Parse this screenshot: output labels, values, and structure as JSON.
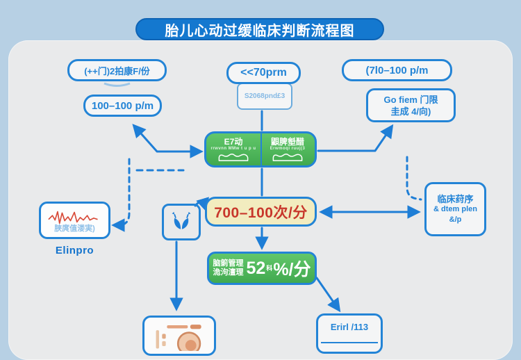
{
  "title": "胎儿心动过缓临床判断流程图",
  "colors": {
    "background": "#b7d0e4",
    "panel": "#e9eaeb",
    "accent_blue": "#2384d6",
    "title_bg": "#1478cf",
    "green": "#4db45b",
    "yellow_bg": "#f2ecbf",
    "red_text": "#c8372b",
    "ecg_red": "#d84a38"
  },
  "icons": {
    "ecg": "ecg-waveform-icon",
    "wave_left": "wave-strip-icon",
    "wave_right": "wave-strip-icon",
    "sprout": "sprout-icon",
    "fetus": "fetus-illustration"
  },
  "nodes": {
    "top_left": {
      "label": "(++门)2拍康F/份"
    },
    "left_rate": {
      "label": "100–100 p/m"
    },
    "top_center": {
      "label": "<<70prm"
    },
    "top_center_sub": {
      "label": "S2068pnd£3"
    },
    "top_right": {
      "label": "(7l0–100 p/m"
    },
    "right_threshold": {
      "line1": "Go fiem 门限",
      "line2": "圭成 4/向)"
    },
    "monitor_left": {
      "title": "E7动",
      "caption": "rrwvnn MMw t u p u"
    },
    "monitor_right": {
      "title": "鼰脾㙦醋",
      "caption": "Erwmoqi ruuj(3"
    },
    "rate_range": {
      "label": "700–100次/分"
    },
    "management": {
      "line1": "脑箣管理",
      "line2": "洈泃澶理",
      "big_prefix": "52",
      "big_small": "科",
      "big_suffix": "%/分"
    },
    "ecg_box": {
      "caption": "脥庹值溇実)",
      "label": "Elinpro"
    },
    "clinical": {
      "line1": "临床荮序",
      "line2": "& dtem plen",
      "line3": "&/p"
    },
    "outcome": {
      "label": "Erirl /113"
    }
  }
}
